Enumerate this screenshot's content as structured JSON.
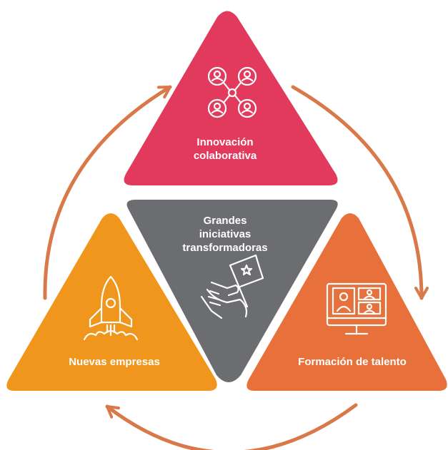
{
  "colors": {
    "top": "#e23a5d",
    "center": "#6c6d70",
    "left": "#f0961c",
    "right": "#e8703a",
    "arrows": "#d9794a",
    "icon": "#ffffff"
  },
  "sections": {
    "top": {
      "line1": "Innovación",
      "line2": "colaborativa",
      "icon": "collaboration-network-icon"
    },
    "center": {
      "line1": "Grandes",
      "line2": "iniciativas",
      "line3": "transformadoras",
      "icon": "hand-flag-icon"
    },
    "left": {
      "label": "Nuevas empresas",
      "icon": "rocket-icon"
    },
    "right": {
      "label": "Formación de talento",
      "icon": "video-conference-icon"
    }
  },
  "cycle_arrows": [
    "arrow-top-right",
    "arrow-bottom",
    "arrow-left"
  ]
}
